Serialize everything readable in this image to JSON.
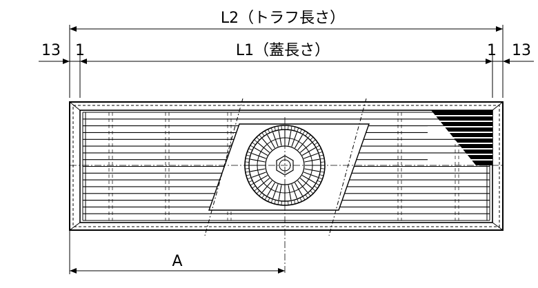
{
  "labels": {
    "overall_length": "L2（トラフ長さ）",
    "cover_length": "L1（蓋長さ）",
    "left_outer": "13",
    "left_inner": "1",
    "right_inner": "1",
    "right_outer": "13",
    "drain_position": "A"
  },
  "grating": {
    "slat_count": 17
  }
}
